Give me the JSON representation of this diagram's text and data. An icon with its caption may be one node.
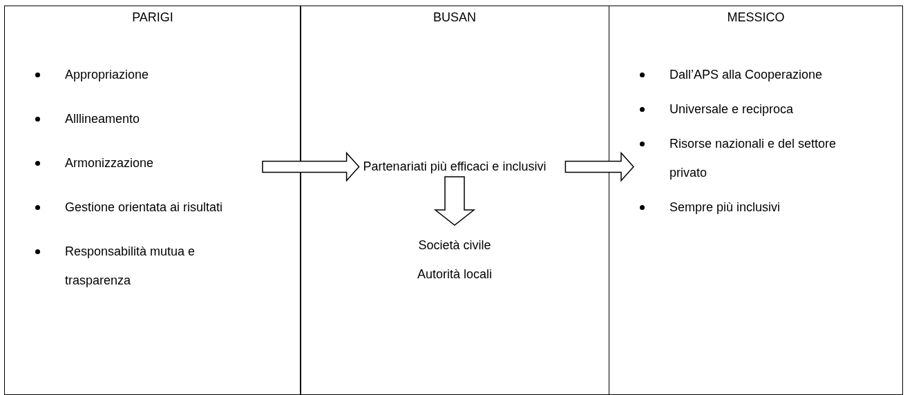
{
  "diagram": {
    "nodes": [
      {
        "text": [
          "PARIGI",
          "Appropriazione",
          "Alllineamento",
          "Armonizzazione",
          "Gestione orientata ai risultati",
          "Responsabilità mutua e trasparenza"
        ]
      },
      {
        "text": [
          "BUSAN"
        ]
      },
      {
        "text": [
          "Partenariati più efficaci e inclusivi"
        ],
        "in": 1
      },
      {
        "text": [
          "Società civile",
          "Autorità locali"
        ],
        "in": 1
      },
      {
        "text": [
          "MESSICO",
          "Dall’APS alla Cooperazione",
          "Universale e reciproca",
          "Risorse nazionali e del settore privato",
          "Sempre più inclusivi"
        ]
      }
    ],
    "edges": [
      {
        "from": 0,
        "to": 2,
        "arrow": "to"
      },
      {
        "from": 2,
        "to": 4,
        "arrow": "to"
      },
      {
        "from": 2,
        "to": 3,
        "arrow": "to"
      }
    ]
  }
}
